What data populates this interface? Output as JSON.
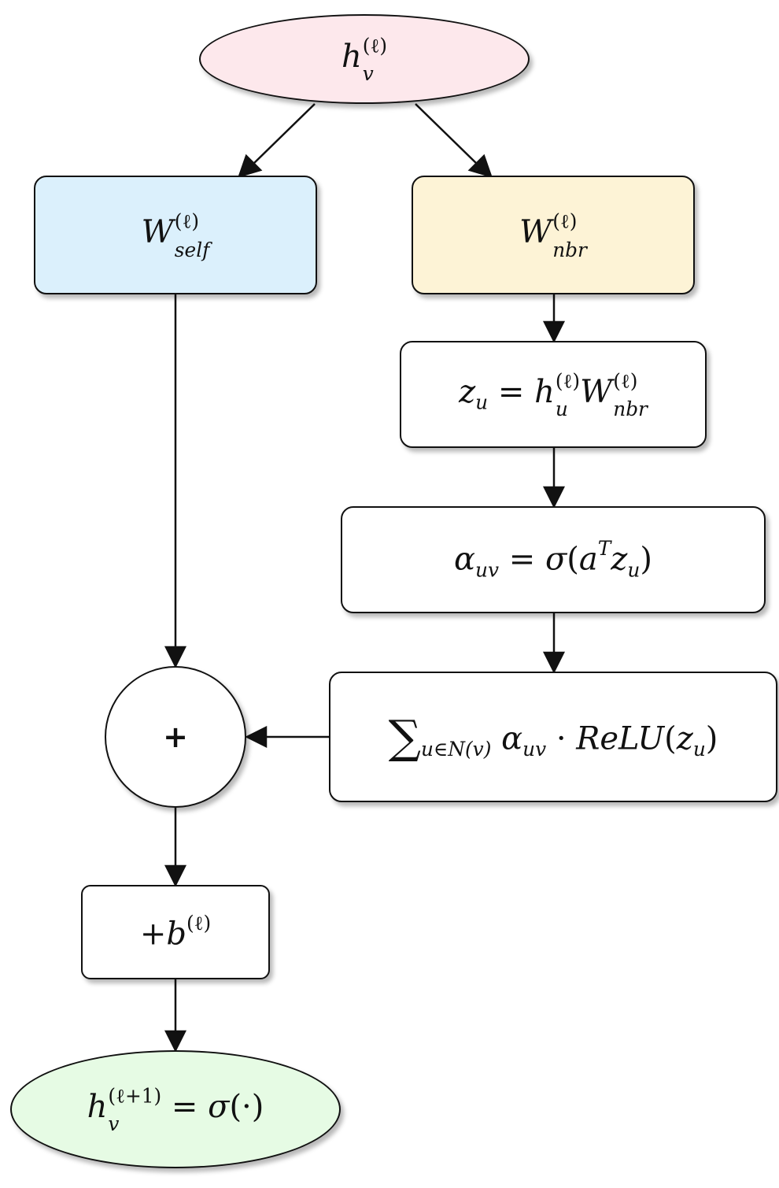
{
  "nodes": {
    "h_v": {
      "base": "h",
      "sup": "(ℓ)",
      "sub": "v",
      "fill": "#fde8ec"
    },
    "w_self": {
      "base": "W",
      "sup": "(ℓ)",
      "sub": "self",
      "fill": "#dbf0fc"
    },
    "w_nbr": {
      "base": "W",
      "sup": "(ℓ)",
      "sub": "nbr",
      "fill": "#fdf3d6"
    },
    "z_u": {
      "lhs_base": "z",
      "lhs_sub": "u",
      "eq": "=",
      "h_base": "h",
      "h_sup": "(ℓ)",
      "h_sub": "u",
      "w_base": "W",
      "w_sup": "(ℓ)",
      "w_sub": "nbr"
    },
    "alpha": {
      "base": "α",
      "sub": "uv",
      "eq": "=",
      "sigma": "σ",
      "open": "(",
      "a": "a",
      "a_sup": "T",
      "z": "z",
      "z_sub": "u",
      "close": ")"
    },
    "sum": {
      "symbol": "∑",
      "sub": "u∈N(v)",
      "alpha": "α",
      "alpha_sub": "uv",
      "dot": "·",
      "relu": "ReLU",
      "open": "(",
      "z": "z",
      "z_sub": "u",
      "close": ")"
    },
    "plus": {
      "label": "+"
    },
    "bias": {
      "prefix": "+",
      "base": "b",
      "sup": "(ℓ)"
    },
    "output": {
      "base": "h",
      "sup": "(ℓ+1)",
      "sub": "v",
      "eq": "=",
      "sigma": "σ",
      "arg": "(·)",
      "fill": "#e6fbe4"
    }
  }
}
